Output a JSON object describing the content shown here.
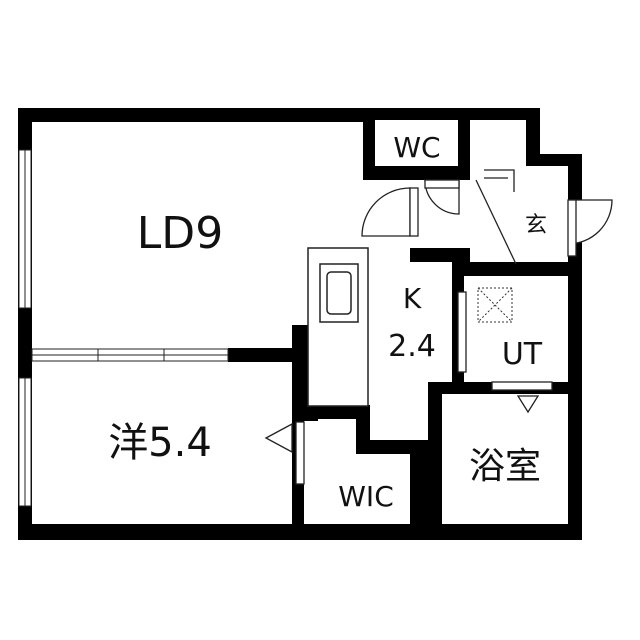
{
  "rooms": {
    "ld": "LD9",
    "wc": "WC",
    "entrance": "玄",
    "kitchen_name": "K",
    "kitchen_size": "2.4",
    "ut": "UT",
    "western": "洋5.4",
    "wic": "WIC",
    "bath": "浴室"
  },
  "colors": {
    "wall": "#000000",
    "background": "#ffffff",
    "line": "#222222"
  }
}
